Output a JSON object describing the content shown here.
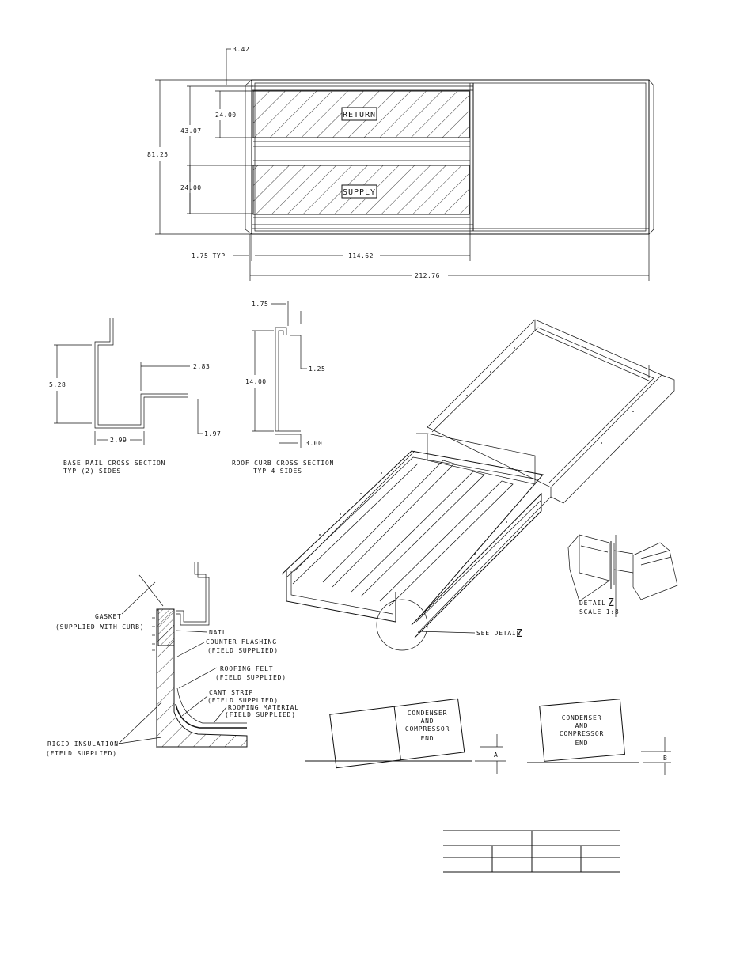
{
  "plan_view": {
    "dim_top_offset": "3.42",
    "dim_return_height": "24.00",
    "dim_opening_span": "43.07",
    "dim_overall_height": "81.25",
    "dim_supply_height": "24.00",
    "dim_rail_typ": "1.75 TYP",
    "dim_opening_length": "114.62",
    "dim_overall_length": "212.76",
    "return_label": "RETURN",
    "supply_label": "SUPPLY"
  },
  "base_rail_section": {
    "dim_height": "5.28",
    "dim_top_width": "2.83",
    "dim_bottom_width": "2.99",
    "dim_offset": "1.97",
    "caption_line1": "BASE RAIL CROSS SECTION",
    "caption_line2": "TYP (2) SIDES"
  },
  "roof_curb_section": {
    "dim_top_flange": "1.75",
    "dim_lip": "1.25",
    "dim_height": "14.00",
    "dim_bottom_flange": "3.00",
    "caption_line1": "ROOF CURB CROSS SECTION",
    "caption_line2": "TYP 4 SIDES"
  },
  "installation_detail": {
    "gasket_line1": "GASKET",
    "gasket_line2": "(SUPPLIED WITH CURB)",
    "nail": "NAIL",
    "counter_flashing_line1": "COUNTER FLASHING",
    "counter_flashing_line2": "(FIELD SUPPLIED)",
    "roofing_felt_line1": "ROOFING FELT",
    "roofing_felt_line2": "(FIELD SUPPLIED)",
    "cant_strip_line1": "CANT STRIP",
    "cant_strip_line2": "(FIELD SUPPLIED)",
    "roofing_material_line1": "ROOFING MATERIAL",
    "roofing_material_line2": "(FIELD SUPPLIED)",
    "rigid_insulation_line1": "RIGID INSULATION",
    "rigid_insulation_line2": "(FIELD SUPPLIED)"
  },
  "isometric": {
    "see_detail": "SEE DETAIL",
    "detail_letter": "Z",
    "detail_title": "DETAIL",
    "detail_scale": "SCALE  1:8"
  },
  "level_diagrams": {
    "unit_a_line1": "CONDENSER",
    "unit_a_line2": "AND",
    "unit_a_line3": "COMPRESSOR",
    "unit_a_line4": "END",
    "dim_a": "A",
    "unit_b_line1": "CONDENSER",
    "unit_b_line2": "AND",
    "unit_b_line3": "COMPRESSOR",
    "unit_b_line4": "END",
    "dim_b": "B"
  }
}
